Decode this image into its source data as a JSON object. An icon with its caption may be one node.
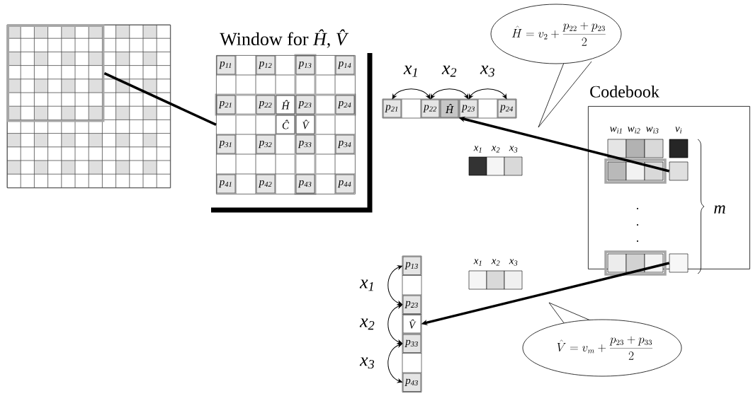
{
  "diagram": {
    "nodes": [
      {
        "text": [],
        "shape": "picture"
      },
      {
        "text": [],
        "shape": "box",
        "in": 0
      },
      {
        "text": [
          "Window for *Ĥ*, *V̂*"
        ]
      },
      {
        "text": [
          "p$_{11}$"
        ],
        "in": 2
      },
      {
        "text": [
          "p$_{12}$"
        ],
        "in": 2
      },
      {
        "text": [
          "p$_{13}$"
        ],
        "in": 2
      },
      {
        "text": [
          "p$_{14}$"
        ],
        "in": 2
      },
      {
        "text": [
          "p$_{21}$"
        ],
        "in": 2
      },
      {
        "text": [
          "p$_{22}$"
        ],
        "in": 2
      },
      {
        "text": [
          "Ĥ"
        ],
        "in": 2
      },
      {
        "text": [
          "p$_{23}$"
        ],
        "in": 2
      },
      {
        "text": [
          "p$_{24}$"
        ],
        "in": 2
      },
      {
        "text": [
          "Ĉ"
        ],
        "in": 2
      },
      {
        "text": [
          "V̂"
        ],
        "in": 2
      },
      {
        "text": [
          "p$_{31}$"
        ],
        "in": 2
      },
      {
        "text": [
          "p$_{32}$"
        ],
        "in": 2
      },
      {
        "text": [
          "p$_{33}$"
        ],
        "in": 2
      },
      {
        "text": [
          "p$_{34}$"
        ],
        "in": 2
      },
      {
        "text": [
          "p$_{41}$"
        ],
        "in": 2
      },
      {
        "text": [
          "p$_{42}$"
        ],
        "in": 2
      },
      {
        "text": [
          "p$_{43}$"
        ],
        "in": 2
      },
      {
        "text": [
          "p$_{44}$"
        ],
        "in": 2
      },
      {
        "text": [
          "\\hat{H} = v_{2} + \\frac{p_{22}+p_{23}}{2}"
        ]
      },
      {
        "text": [
          "p$_{21}$"
        ]
      },
      {
        "text": [
          "p$_{22}$"
        ]
      },
      {
        "text": [
          "Ĥ"
        ]
      },
      {
        "text": [
          "p$_{23}$"
        ]
      },
      {
        "text": [
          "p$_{24}$"
        ]
      },
      {
        "text": [
          "Codebook"
        ]
      },
      {
        "text": [],
        "shape": "box",
        "in": 28
      },
      {
        "text": [],
        "shape": "box",
        "in": 28
      },
      {
        "text": [
          "p$_{13}$"
        ]
      },
      {
        "text": [
          "p$_{23}$"
        ]
      },
      {
        "text": [
          "V̂"
        ]
      },
      {
        "text": [
          "p$_{33}$"
        ]
      },
      {
        "text": [
          "p$_{43}$"
        ]
      },
      {
        "text": [
          "\\hat{V} = v_{m} + \\frac{p_{23}+p_{33}}{2}"
        ]
      }
    ],
    "edges": [
      {
        "from": 1,
        "to": 2,
        "arrow": "none",
        "style": "thick"
      },
      {
        "from": 23,
        "to": 24,
        "arrow": "both",
        "label": "x$_{1}$"
      },
      {
        "from": 24,
        "to": 26,
        "arrow": "both",
        "label": "x$_{2}$"
      },
      {
        "from": 26,
        "to": 27,
        "arrow": "both",
        "label": "x$_{3}$"
      },
      {
        "from": 29,
        "to": 25,
        "arrow": "to",
        "style": "thick"
      },
      {
        "from": 31,
        "to": 32,
        "arrow": "both",
        "label": "x$_{1}$"
      },
      {
        "from": 32,
        "to": 34,
        "arrow": "both",
        "label": "x$_{2}$"
      },
      {
        "from": 34,
        "to": 35,
        "arrow": "both",
        "label": "x$_{3}$"
      },
      {
        "from": 30,
        "to": 33,
        "arrow": "to",
        "style": "thick"
      }
    ],
    "labels": [
      "w$_{i1}$",
      "w$_{i2}$",
      "w$_{i3}$",
      "v$_{i}$",
      "x$_{1}$",
      "x$_{2}$",
      "x$_{3}$",
      "m",
      "x$_{1}$",
      "x$_{2}$",
      "x$_{3}$"
    ]
  }
}
